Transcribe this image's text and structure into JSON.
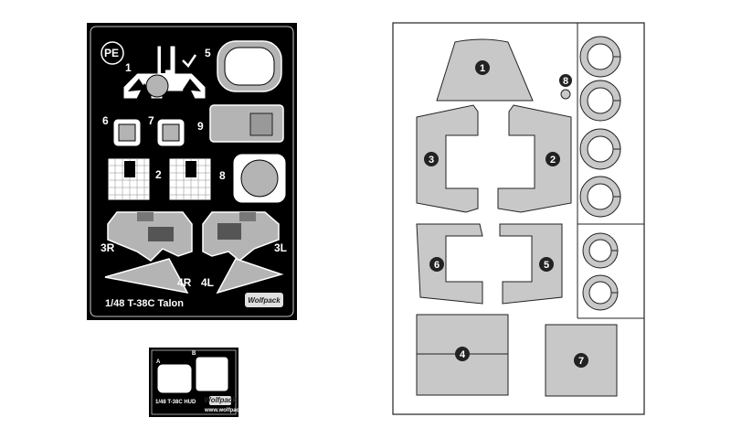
{
  "pe_sheet": {
    "badge": "PE",
    "title": "1/48 T-38C Talon",
    "brand": "Wolfpack",
    "labels": [
      "1",
      "5",
      "6",
      "7",
      "9",
      "2",
      "8",
      "3R",
      "3L",
      "4R",
      "4L"
    ]
  },
  "hud_sheet": {
    "label_a": "A",
    "label_b": "B",
    "title": "1/48 T-38C HUD",
    "brand": "Wolfpack",
    "url": "www.wolfpack-d.com"
  },
  "mask_sheet": {
    "numbers": [
      "1",
      "2",
      "3",
      "4",
      "5",
      "6",
      "7",
      "8"
    ]
  },
  "colors": {
    "pe_background": "#000000",
    "part_gray": "#b4b4b4",
    "mask_gray": "#c8c8c8",
    "line": "#222222"
  }
}
